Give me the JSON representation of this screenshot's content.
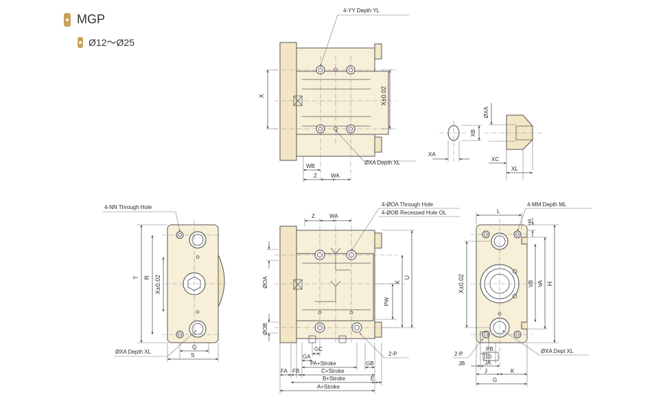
{
  "header": {
    "model": "MGP",
    "size_range": "Ø12～Ø25"
  },
  "top_view": {
    "label_holes": "4-YY Depth YL",
    "label_x": "X",
    "label_x_tol": "X±0.02",
    "label_pin_hole": "ØXA  Depth XL",
    "label_wb": "WB",
    "label_z": "Z",
    "label_wa": "WA"
  },
  "detail_view": {
    "label_xa_phi": "ØXA",
    "label_xb": "XB",
    "label_xa": "XA",
    "label_xc": "XC",
    "label_xl": "XL"
  },
  "left_view": {
    "label_through": "4-NN Through Hole",
    "label_t": "T",
    "label_r": "R",
    "label_x_tol": "X±0.02",
    "label_q": "Q",
    "label_s": "S",
    "label_pin_hole": "ØXA  Depth XL"
  },
  "front_view": {
    "label_z": "Z",
    "label_wa": "WA",
    "label_through": "4-ØOA Through Hole",
    "label_recessed": "4-ØOB Recessed Hole OL",
    "label_oa": "ØOA",
    "label_ob": "ØOB",
    "label_x": "X",
    "label_u": "U",
    "label_pw": "PW",
    "label_gc": "GC",
    "label_ga": "GA",
    "label_pa_stroke": "PA+Stroke",
    "label_c_stroke": "C+Stroke",
    "label_b_stroke": "B+Stroke",
    "label_a_stroke": "A+Stroke",
    "label_gb": "GB",
    "label_e": "E",
    "label_fa": "FA",
    "label_fb": "FB",
    "label_2p": "2-P"
  },
  "right_view": {
    "label_mm": "4-MM Depth ML",
    "label_l": "L",
    "label_ha": "HA",
    "label_vb": "VB",
    "label_va": "VA",
    "label_h": "H",
    "label_x_tol": "X±0.02",
    "label_2p": "2-P",
    "label_pb": "PB",
    "label_10": "10",
    "label_jb": "JB",
    "label_ja": "JA",
    "label_j": "J",
    "label_k": "K",
    "label_g": "G",
    "label_pin_hole": "ØXA  Dept XL"
  }
}
